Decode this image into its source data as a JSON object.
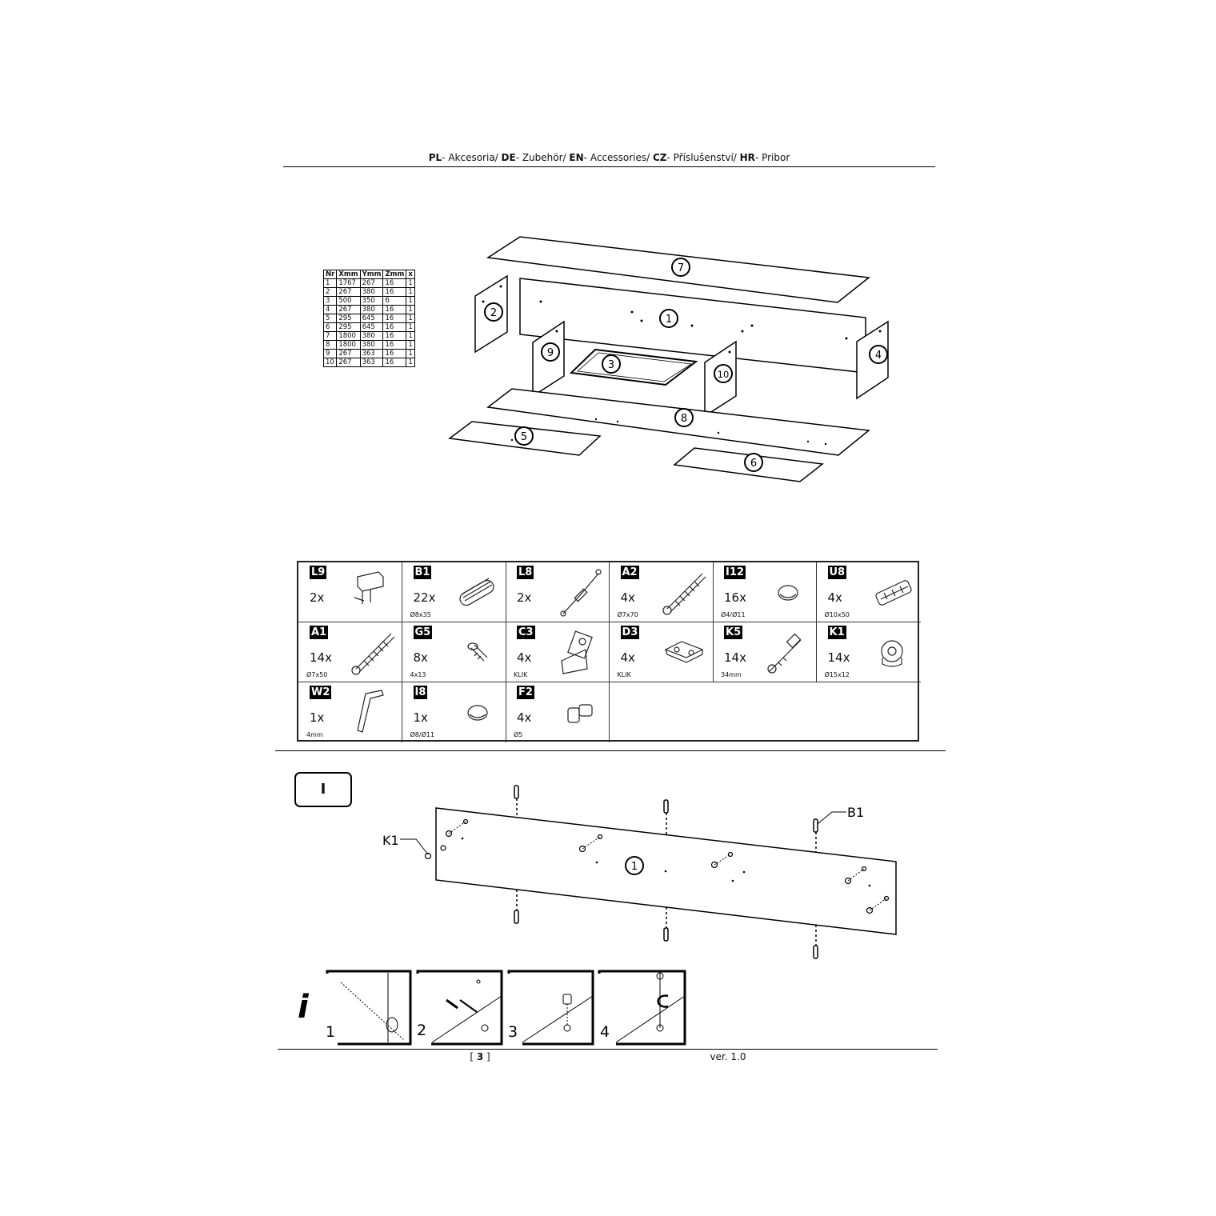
{
  "header": {
    "segments": [
      {
        "code": "PL",
        "label": "- Akcesoria/ "
      },
      {
        "code": "DE",
        "label": "- Zubehör/ "
      },
      {
        "code": "EN",
        "label": "- Accessories/ "
      },
      {
        "code": "CZ",
        "label": "- Příslušenství/ "
      },
      {
        "code": "HR",
        "label": "- Pribor"
      }
    ]
  },
  "dimensions_table": {
    "headers": [
      "Nr",
      "Xmm",
      "Ymm",
      "Zmm",
      "x"
    ],
    "rows": [
      [
        "1",
        "1767",
        "267",
        "16",
        "1"
      ],
      [
        "2",
        "267",
        "380",
        "16",
        "1"
      ],
      [
        "3",
        "500",
        "350",
        "6",
        "1"
      ],
      [
        "4",
        "267",
        "380",
        "16",
        "1"
      ],
      [
        "5",
        "295",
        "645",
        "16",
        "1"
      ],
      [
        "6",
        "295",
        "645",
        "16",
        "1"
      ],
      [
        "7",
        "1800",
        "380",
        "16",
        "1"
      ],
      [
        "8",
        "1800",
        "380",
        "16",
        "1"
      ],
      [
        "9",
        "267",
        "363",
        "16",
        "1"
      ],
      [
        "10",
        "267",
        "363",
        "16",
        "1"
      ]
    ]
  },
  "exploded_view": {
    "part_labels": [
      "7",
      "2",
      "1",
      "9",
      "3",
      "10",
      "4",
      "8",
      "5",
      "6"
    ]
  },
  "accessories": [
    {
      "code": "L9",
      "qty": "2x",
      "note": "",
      "icon": "bracket-icon"
    },
    {
      "code": "B1",
      "qty": "22x",
      "note": "Ø8x35",
      "icon": "dowel-icon"
    },
    {
      "code": "L8",
      "qty": "2x",
      "note": "",
      "icon": "gas-strut-icon"
    },
    {
      "code": "A2",
      "qty": "4x",
      "note": "Ø7x70",
      "icon": "screw-icon"
    },
    {
      "code": "I12",
      "qty": "16x",
      "note": "Ø4/Ø11",
      "icon": "cap-icon"
    },
    {
      "code": "U8",
      "qty": "4x",
      "note": "Ø10x50",
      "icon": "wall-plug-icon"
    },
    {
      "code": "A1",
      "qty": "14x",
      "note": "Ø7x50",
      "icon": "screw-icon"
    },
    {
      "code": "G5",
      "qty": "8x",
      "note": "4x13",
      "icon": "small-screw-icon"
    },
    {
      "code": "C3",
      "qty": "4x",
      "note": "KLIK",
      "icon": "hinge-icon"
    },
    {
      "code": "D3",
      "qty": "4x",
      "note": "KLIK",
      "icon": "hinge-plate-icon"
    },
    {
      "code": "K5",
      "qty": "14x",
      "note": "34mm",
      "icon": "cam-bolt-icon"
    },
    {
      "code": "K1",
      "qty": "14x",
      "note": "Ø15x12",
      "icon": "cam-lock-icon"
    },
    {
      "code": "W2",
      "qty": "1x",
      "note": "4mm",
      "icon": "hex-key-icon"
    },
    {
      "code": "I8",
      "qty": "1x",
      "note": "Ø8/Ø11",
      "icon": "cap-icon"
    },
    {
      "code": "F2",
      "qty": "4x",
      "note": "Ø5",
      "icon": "shelf-pin-icon"
    }
  ],
  "step": {
    "label": "I",
    "part_label": "1",
    "callout_left": "K1",
    "callout_right": "B1"
  },
  "info": {
    "icon_label": "i",
    "panels": [
      "1",
      "2",
      "3",
      "4"
    ]
  },
  "footer": {
    "page_prefix": "[ ",
    "page_number": "3",
    "page_suffix": " ]",
    "version": "ver. 1.0"
  }
}
